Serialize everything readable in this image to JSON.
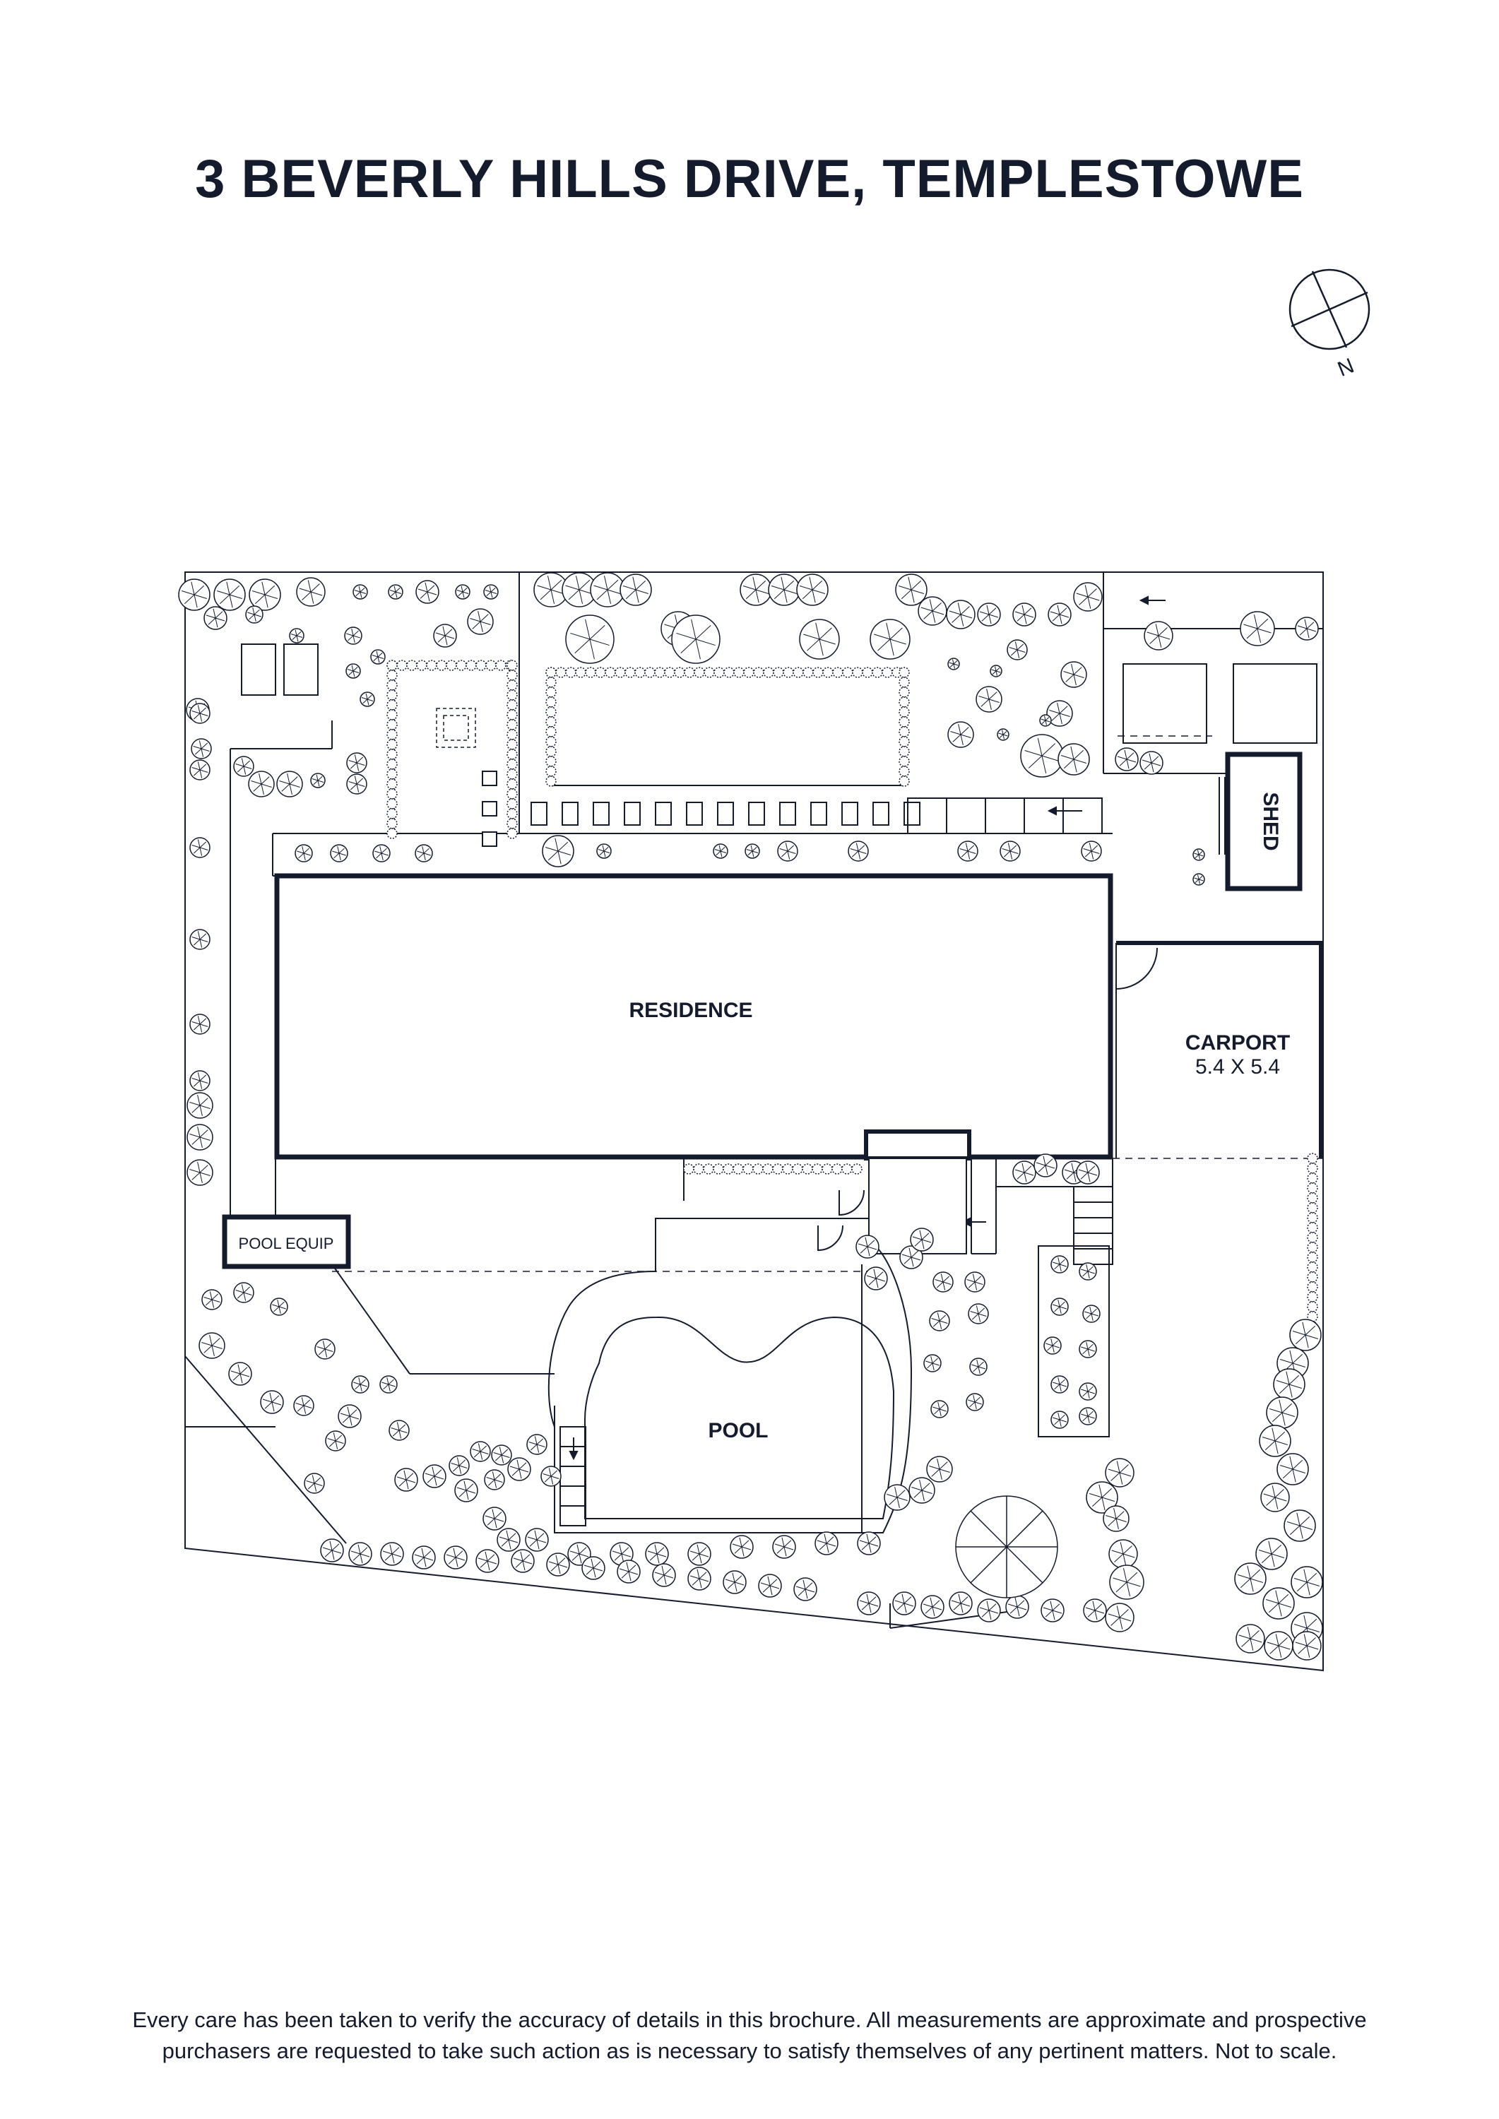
{
  "title": "3 BEVERLY HILLS DRIVE, TEMPLESTOWE",
  "compass": {
    "label": "N"
  },
  "rooms": {
    "residence": "RESIDENCE",
    "carport": "CARPORT",
    "carport_size": "5.4 X 5.4",
    "shed": "SHED",
    "pool": "POOL",
    "pool_equip": "POOL EQUIP"
  },
  "disclaimer": {
    "line1": "Every care has been taken to verify the accuracy of details in this brochure. All measurements are approximate and prospective",
    "line2": "purchasers are requested to take such action as is necessary to satisfy themselves of any pertinent matters. Not to scale."
  },
  "colors": {
    "ink": "#141b2d",
    "tree_fill": "#ffffff"
  }
}
